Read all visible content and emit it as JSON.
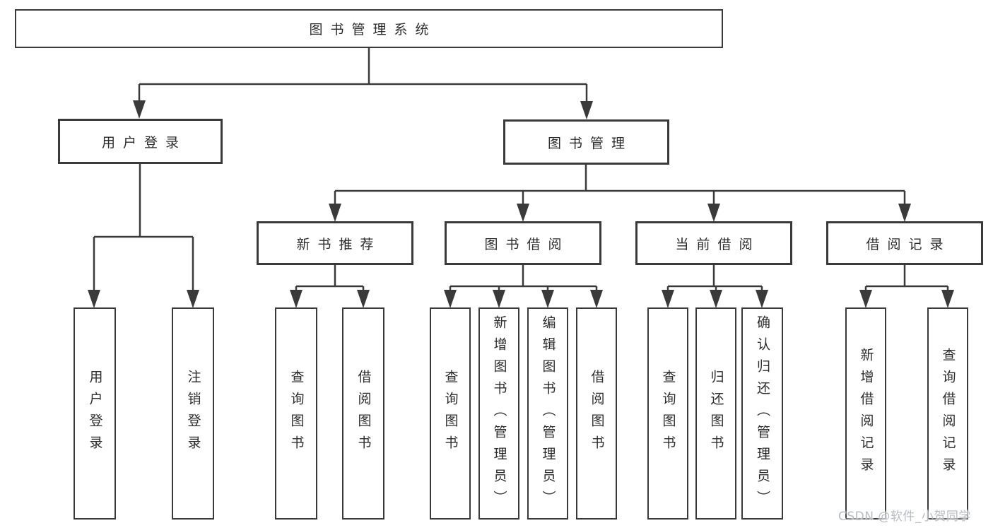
{
  "tree": {
    "label": "图书管理系统",
    "children": [
      {
        "label": "用户登录",
        "children": [
          {
            "label": "用户登录"
          },
          {
            "label": "注销登录"
          }
        ]
      },
      {
        "label": "图书管理",
        "children": [
          {
            "label": "新书推荐",
            "children": [
              {
                "label": "查询图书"
              },
              {
                "label": "借阅图书"
              }
            ]
          },
          {
            "label": "图书借阅",
            "children": [
              {
                "label": "查询图书"
              },
              {
                "label": "新增图书（管理员）"
              },
              {
                "label": "编辑图书（管理员）"
              },
              {
                "label": "借阅图书"
              }
            ]
          },
          {
            "label": "当前借阅",
            "children": [
              {
                "label": "查询图书"
              },
              {
                "label": "归还图书"
              },
              {
                "label": "确认归还（管理员）"
              }
            ]
          },
          {
            "label": "借阅记录",
            "children": [
              {
                "label": "新增借阅记录"
              },
              {
                "label": "查询借阅记录"
              }
            ]
          }
        ]
      }
    ]
  },
  "watermark": "CSDN @软件_小贺同学",
  "colors": {
    "line": "#3a3a3a",
    "box_border": "#3a3a3a",
    "text": "#2c2c2c",
    "watermark": "#b7bbc2",
    "background": "#ffffff"
  }
}
